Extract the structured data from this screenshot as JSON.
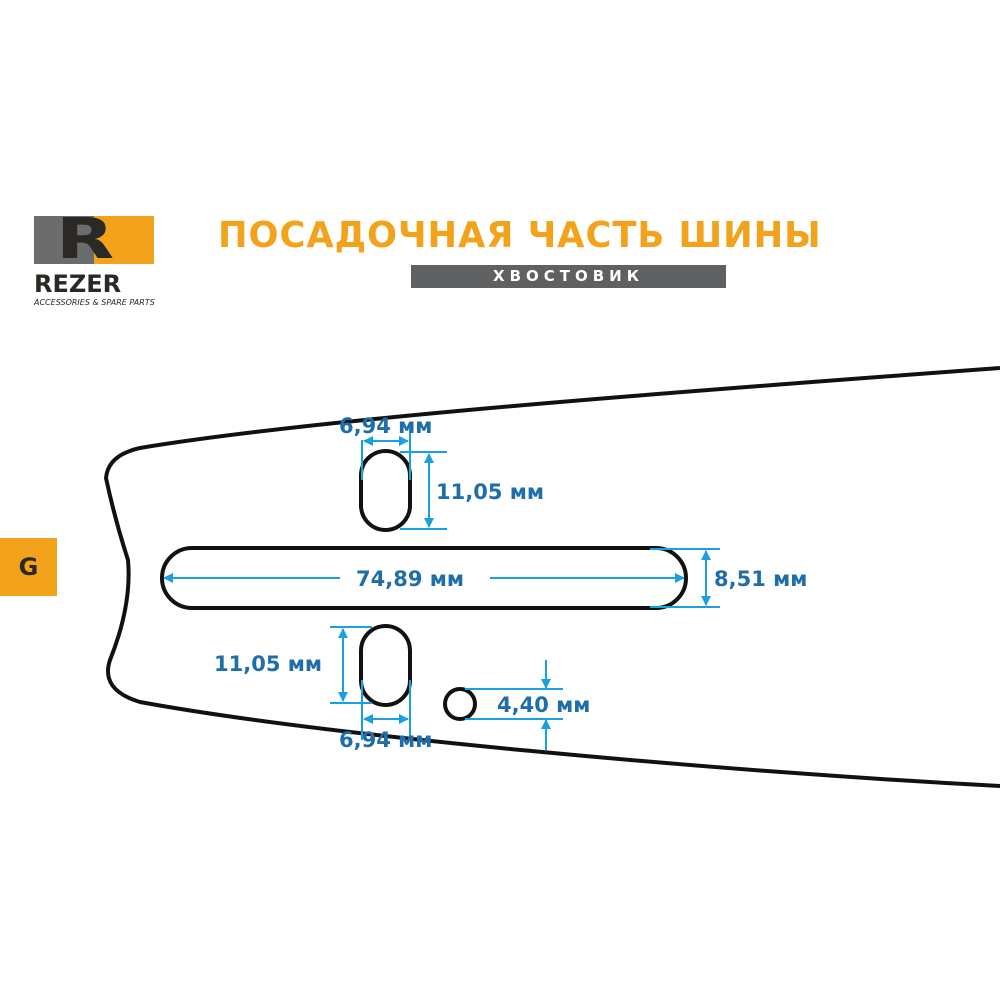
{
  "logo": {
    "letter": "R",
    "brand": "REZER",
    "tagline": "ACCESSORIES & SPARE PARTS"
  },
  "title": "ПОСАДОЧНАЯ ЧАСТЬ ШИНЫ",
  "subtitle": "ХВОСТОВИК",
  "badge": "G",
  "dimensions": {
    "top_slot_width": "6,94 мм",
    "top_slot_height": "11,05 мм",
    "long_slot_length": "74,89 мм",
    "long_slot_height": "8,51 мм",
    "bottom_slot_height": "11,05 мм",
    "bottom_slot_width": "6,94 мм",
    "hole_diameter": "4,40 мм"
  },
  "colors": {
    "orange": "#f2a31b",
    "gray": "#5f6062",
    "dim_text": "#1f6eaa",
    "dim_line": "#1aa0e0"
  }
}
